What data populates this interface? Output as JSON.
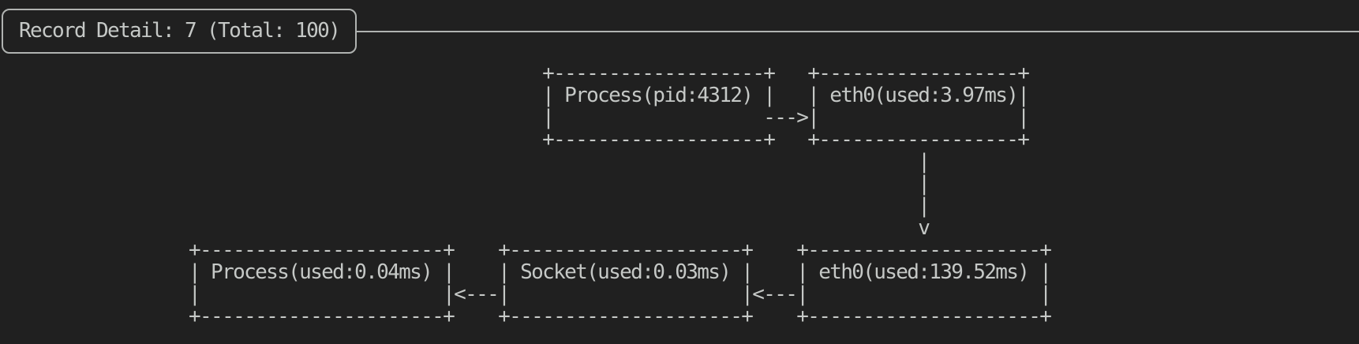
{
  "panel": {
    "title": "Record Detail: 7 (Total: 100)"
  },
  "diagram": {
    "nodes": [
      {
        "id": "process-top",
        "label": "Process(pid:4312)"
      },
      {
        "id": "eth0-top",
        "label": "eth0(used:3.97ms)"
      },
      {
        "id": "process-bottom",
        "label": "Process(used:0.04ms)"
      },
      {
        "id": "socket-bottom",
        "label": "Socket(used:0.03ms)"
      },
      {
        "id": "eth0-bottom",
        "label": "eth0(used:139.52ms)"
      }
    ],
    "edges": [
      {
        "from": "Process(pid:4312)",
        "to": "eth0(used:3.97ms)",
        "direction": "right"
      },
      {
        "from": "eth0(used:3.97ms)",
        "to": "eth0(used:139.52ms)",
        "direction": "down"
      },
      {
        "from": "eth0(used:139.52ms)",
        "to": "Socket(used:0.03ms)",
        "direction": "left"
      },
      {
        "from": "Socket(used:0.03ms)",
        "to": "Process(used:0.04ms)",
        "direction": "left"
      }
    ],
    "ascii_lines": [
      {
        "col": 48,
        "text": "+-------------------+   +------------------+"
      },
      {
        "col": 48,
        "text": "| Process(pid:4312) |   | eth0(used:3.97ms)|"
      },
      {
        "col": 48,
        "text": "|                   --->|                  |"
      },
      {
        "col": 48,
        "text": "+-------------------+   +------------------+"
      },
      {
        "col": 82,
        "text": "|"
      },
      {
        "col": 82,
        "text": "|"
      },
      {
        "col": 82,
        "text": "|"
      },
      {
        "col": 82,
        "text": "v"
      },
      {
        "col": 16,
        "text": "+----------------------+    +---------------------+    +---------------------+"
      },
      {
        "col": 16,
        "text": "| Process(used:0.04ms) |    | Socket(used:0.03ms) |    | eth0(used:139.52ms) |"
      },
      {
        "col": 16,
        "text": "|                      |<---|                     |<---|                     |"
      },
      {
        "col": 16,
        "text": "+----------------------+    +---------------------+    +---------------------+"
      }
    ]
  },
  "colors": {
    "background": "#202020",
    "foreground": "#c5c8c6",
    "rule": "#b0b3b1"
  }
}
